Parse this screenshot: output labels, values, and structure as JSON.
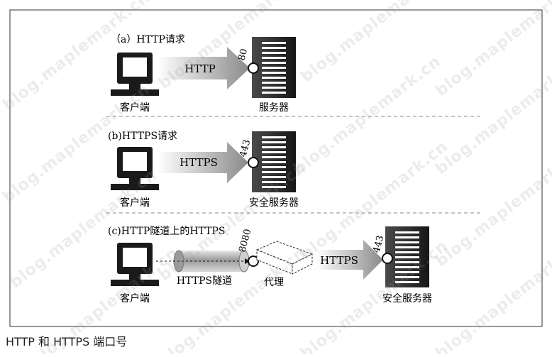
{
  "sections": {
    "a": {
      "title": "（a）HTTP请求",
      "client": "客户端",
      "arrow": "HTTP",
      "port": "80",
      "server": "服务器"
    },
    "b": {
      "title": "(b)HTTPS请求",
      "client": "客户端",
      "arrow": "HTTPS",
      "port": "443",
      "server": "安全服务器"
    },
    "c": {
      "title": "(c)HTTP隧道上的HTTPS",
      "client": "客户端",
      "tunnel": "HTTPS隧道",
      "proxy_port": "8080",
      "proxy": "代理",
      "arrow": "HTTPS",
      "port": "443",
      "server": "安全服务器"
    }
  },
  "caption": "HTTP 和 HTTPS 端口号",
  "watermark": "blog.maplemark.cn",
  "colors": {
    "frame": "#333333",
    "dark": "#1a1a1a",
    "arrow_light": "#ffffff",
    "arrow_dark": "#8a8a8a"
  }
}
